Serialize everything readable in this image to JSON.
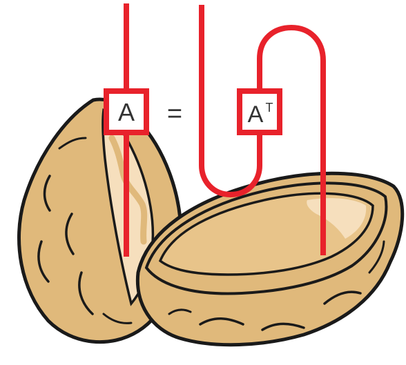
{
  "diagram": {
    "left_box": {
      "label": "A"
    },
    "equals": "=",
    "right_box": {
      "label": "A",
      "superscript": "T"
    }
  },
  "colors": {
    "wire": "#e8222b",
    "shell": "#e0b97b",
    "shell_inner": "#f6dfbd",
    "outline": "#1a1a1a"
  },
  "illustration": "walnut-shell-halves"
}
